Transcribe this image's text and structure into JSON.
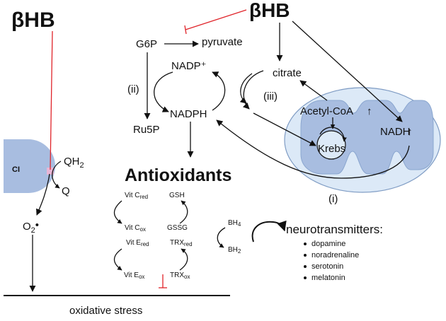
{
  "colors": {
    "inhibition": "#e0242a",
    "complex_fill": "#a8bde0",
    "mito_outer": "#dce9f7",
    "mito_inner": "#a8bde0",
    "text": "#111111"
  },
  "labels": {
    "bhb_left": "βHB",
    "bhb_top": "βHB",
    "g6p": "G6P",
    "pyruvate": "pyruvate",
    "nadp_plus": "NADP⁺",
    "nadph": "NADPH",
    "ru5p": "Ru5P",
    "citrate": "citrate",
    "acetyl_coa": "Acetyl-CoA",
    "nadh": "NADH",
    "krebs": "Krebs",
    "path_i": "(i)",
    "path_ii": "(ii)",
    "path_iii": "(iii)",
    "ci": "CI",
    "qh2_main": "QH",
    "qh2_sub": "2",
    "q": "Q",
    "o2_main": "O",
    "o2_sub": "2",
    "o2_dot": "•",
    "oxidative_stress": "oxidative stress",
    "antioxidants": "Antioxidants",
    "vitc_red_main": "Vit C",
    "vitc_red_sub": "red",
    "vitc_ox_main": "Vit C",
    "vitc_ox_sub": "ox",
    "gsh": "GSH",
    "gssg": "GSSG",
    "vite_red_main": "Vit E",
    "vite_red_sub": "red",
    "vite_ox_main": "Vit E",
    "vite_ox_sub": "ox",
    "trx_red_main": "TRX",
    "trx_red_sub": "red",
    "trx_ox_main": "TRX",
    "trx_ox_sub": "ox",
    "bh4_main": "BH",
    "bh4_sub": "4",
    "bh2_main": "BH",
    "bh2_sub": "2",
    "neurotransmitters": "neurotransmitters:",
    "up_arrow": "↑"
  },
  "neurotransmitter_list": [
    "dopamine",
    "noradrenaline",
    "serotonin",
    "melatonin"
  ]
}
